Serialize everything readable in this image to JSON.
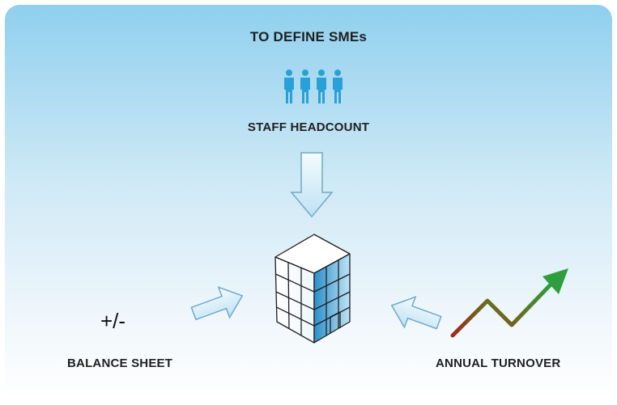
{
  "title": "TO DEFINE SMEs",
  "criteria": {
    "staff_headcount": "STAFF HEADCOUNT",
    "balance_sheet": "BALANCE SHEET",
    "annual_turnover": "ANNUAL TURNOVER"
  },
  "balance_symbol": "+/-",
  "icons": {
    "people": "people-group-icon",
    "cube": "building-cube-icon",
    "trend": "rising-trend-arrow-icon"
  },
  "colors": {
    "background_top": "#8fd0ee",
    "background_bottom": "#ffffff",
    "people": "#2aa1d6",
    "arrow_fill": "#d6eef9",
    "arrow_stroke": "#6fa9c9",
    "trend_start": "#a0281e",
    "trend_end": "#2e9e3e"
  }
}
